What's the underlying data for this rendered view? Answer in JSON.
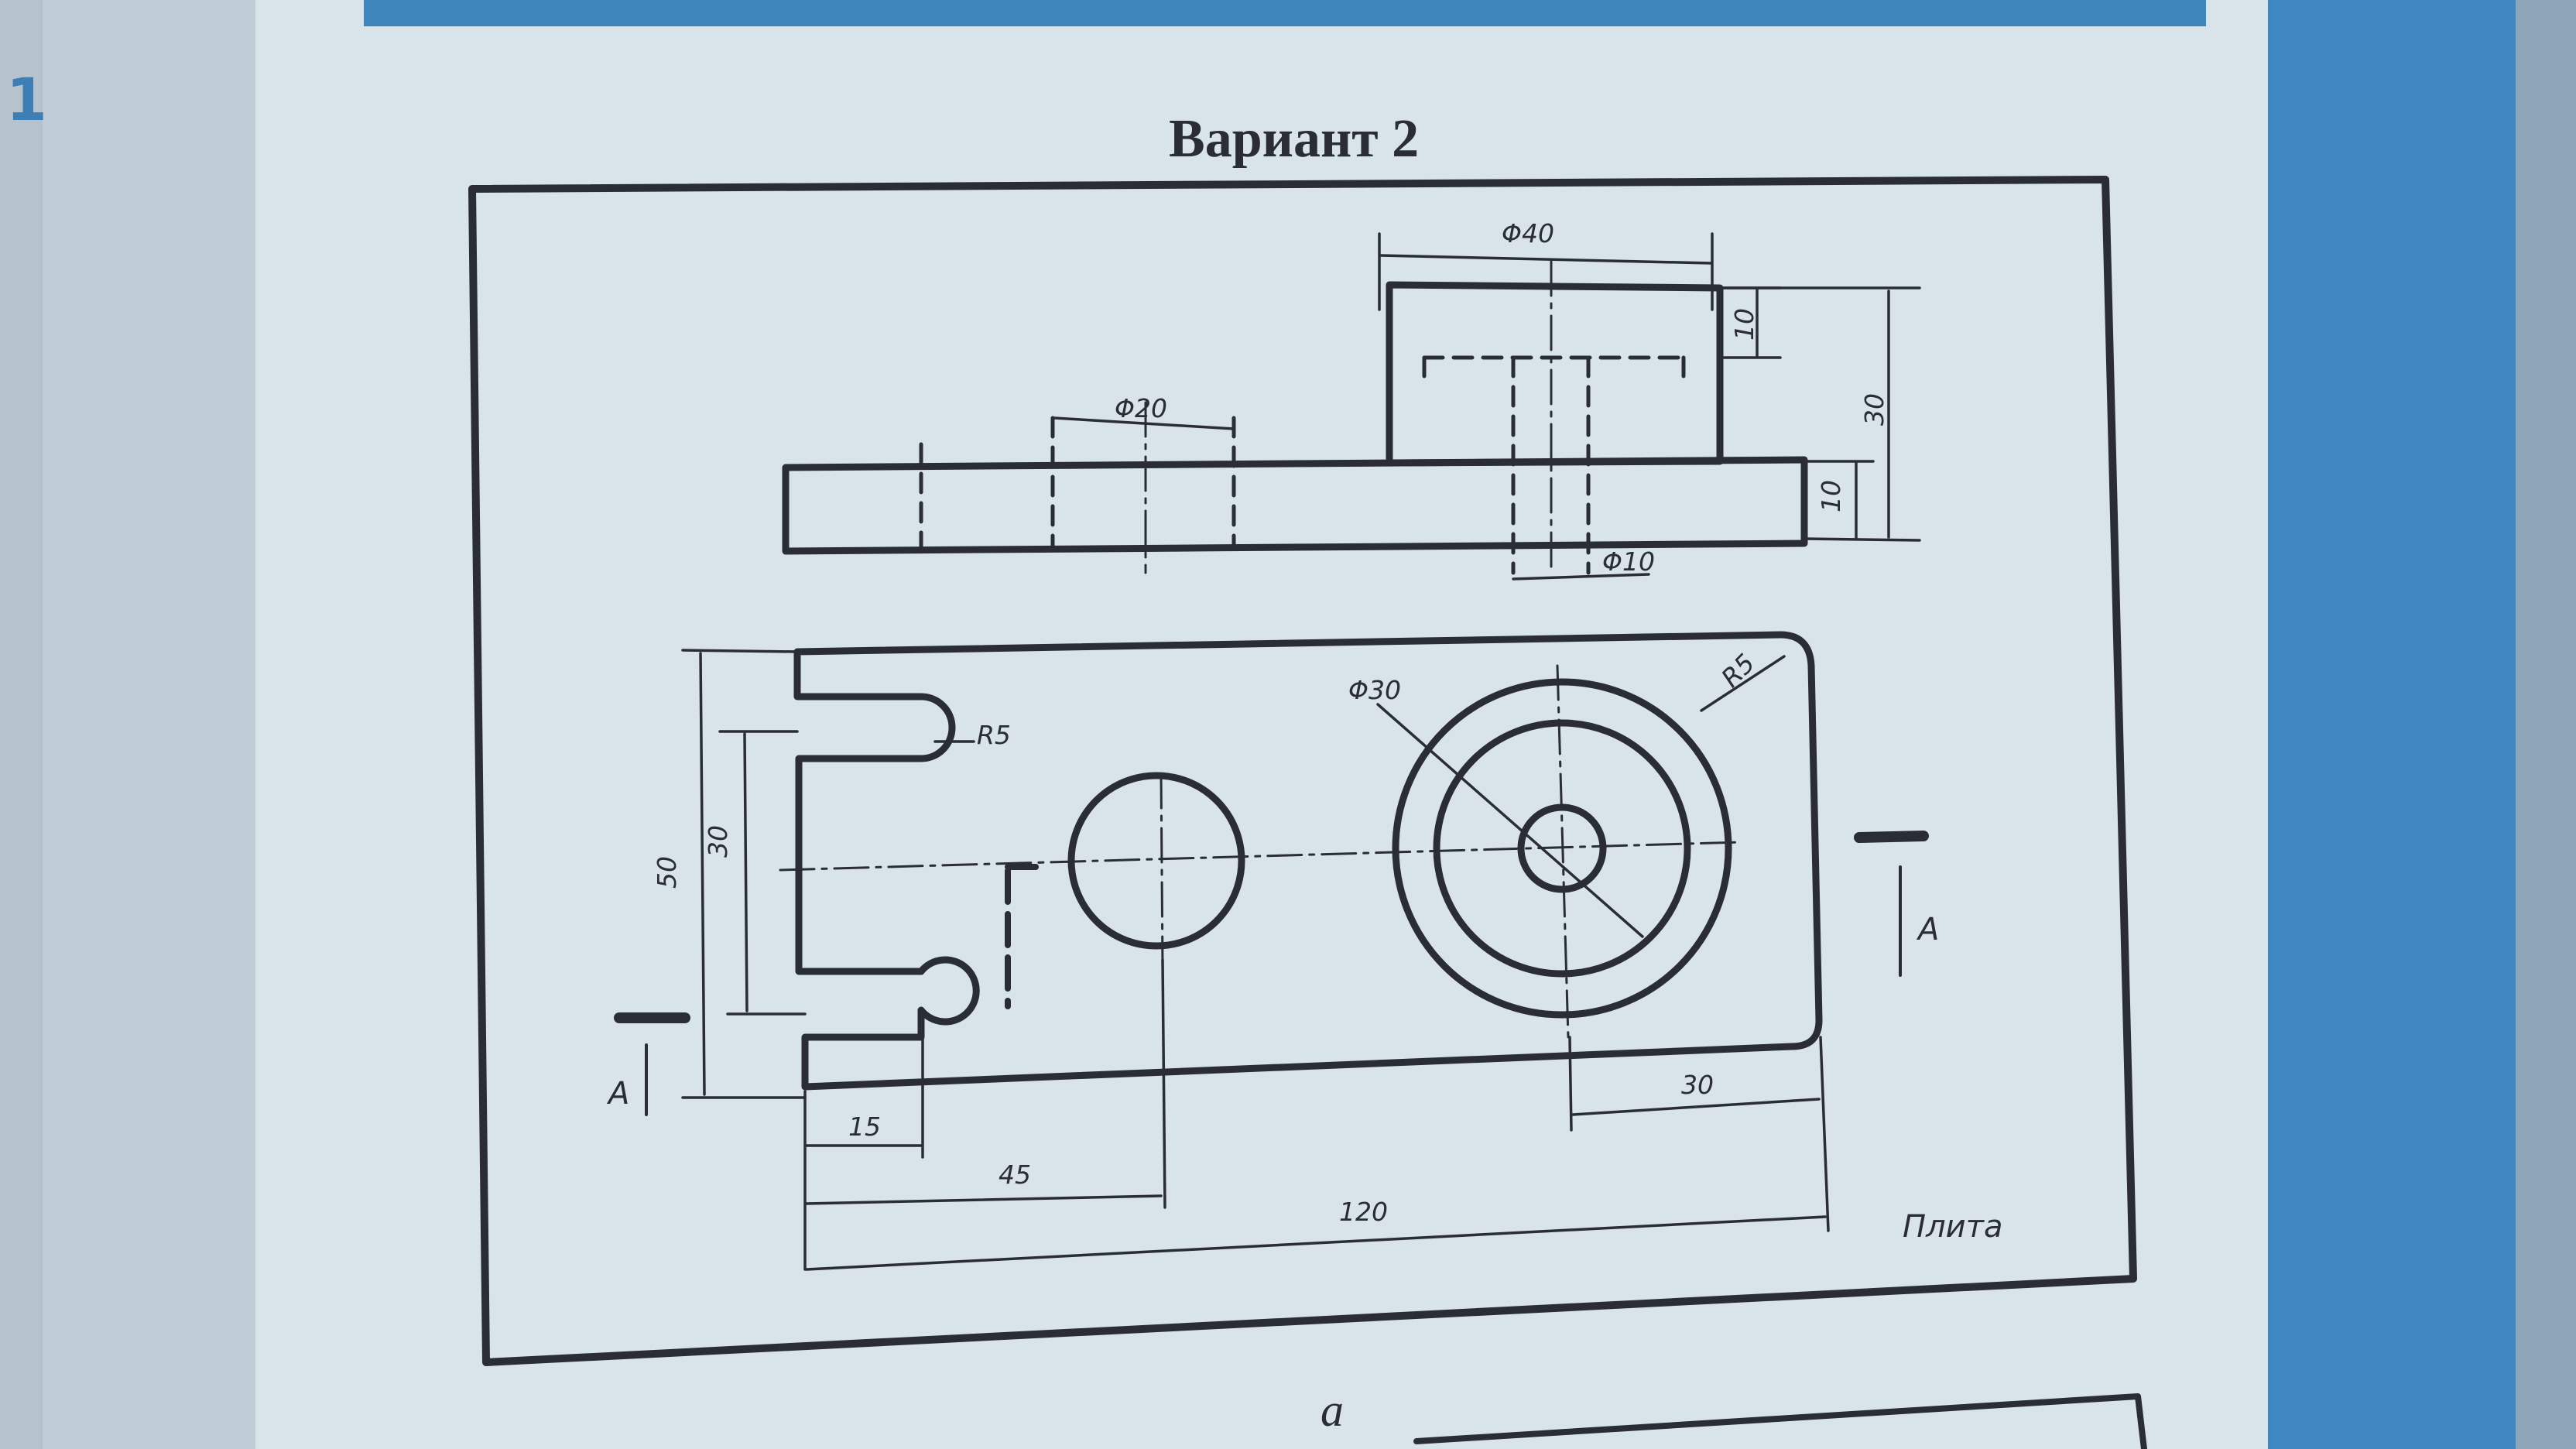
{
  "page": {
    "number": "1",
    "title": "Вариант 2",
    "figure_label": "а"
  },
  "drawing": {
    "part_name": "Плита",
    "section_mark": "А",
    "front_view": {
      "boss_diameter": "Φ40",
      "bolt_hole_diameter": "Φ20",
      "bore_diameter": "Φ10",
      "counterbore_depth": "10",
      "plate_thickness": "10",
      "total_height": "30"
    },
    "top_view": {
      "bore_outer_diameter": "Φ30",
      "corner_radius": "R5",
      "slot_radius": "R5",
      "plate_width": "50",
      "slot_width": "30",
      "slot_depth": "15",
      "hole_position": "45",
      "boss_offset": "30",
      "plate_length": "120"
    }
  },
  "colors": {
    "ink": "#2a2d36",
    "paper": "#dde6ec",
    "accent_blue": "#3d7fb5"
  }
}
